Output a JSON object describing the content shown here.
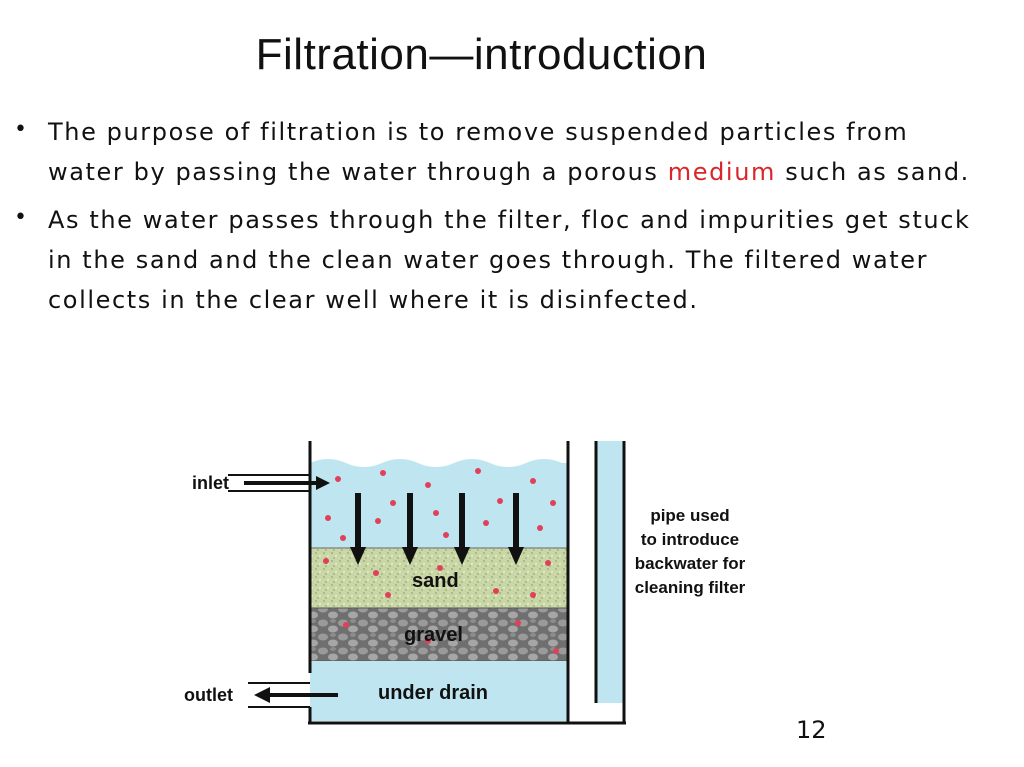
{
  "slide": {
    "title": "Filtration—introduction",
    "bullets": [
      {
        "text_before": "The purpose of filtration is to remove suspended particles from water by passing the water through a porous ",
        "highlight": "medium",
        "text_after": " such as sand."
      },
      {
        "text_before": "As the water passes through the filter, floc and impurities get stuck in the sand and the clean water goes through.   The filtered water collects in the clear well where it is disinfected.",
        "highlight": "",
        "text_after": ""
      }
    ],
    "page_number": "12"
  },
  "diagram": {
    "labels": {
      "inlet": "inlet",
      "outlet": "outlet",
      "sand": "sand",
      "gravel": "gravel",
      "under_drain": "under drain",
      "pipe_line1": "pipe used",
      "pipe_line2": "to introduce",
      "pipe_line3": "backwater for",
      "pipe_line4": "cleaning filter"
    },
    "colors": {
      "water": "#bfe6f0",
      "sand": "#c9d6a6",
      "gravel": "#8a8a8a",
      "particles": "#e0405a",
      "outline": "#111111"
    }
  }
}
